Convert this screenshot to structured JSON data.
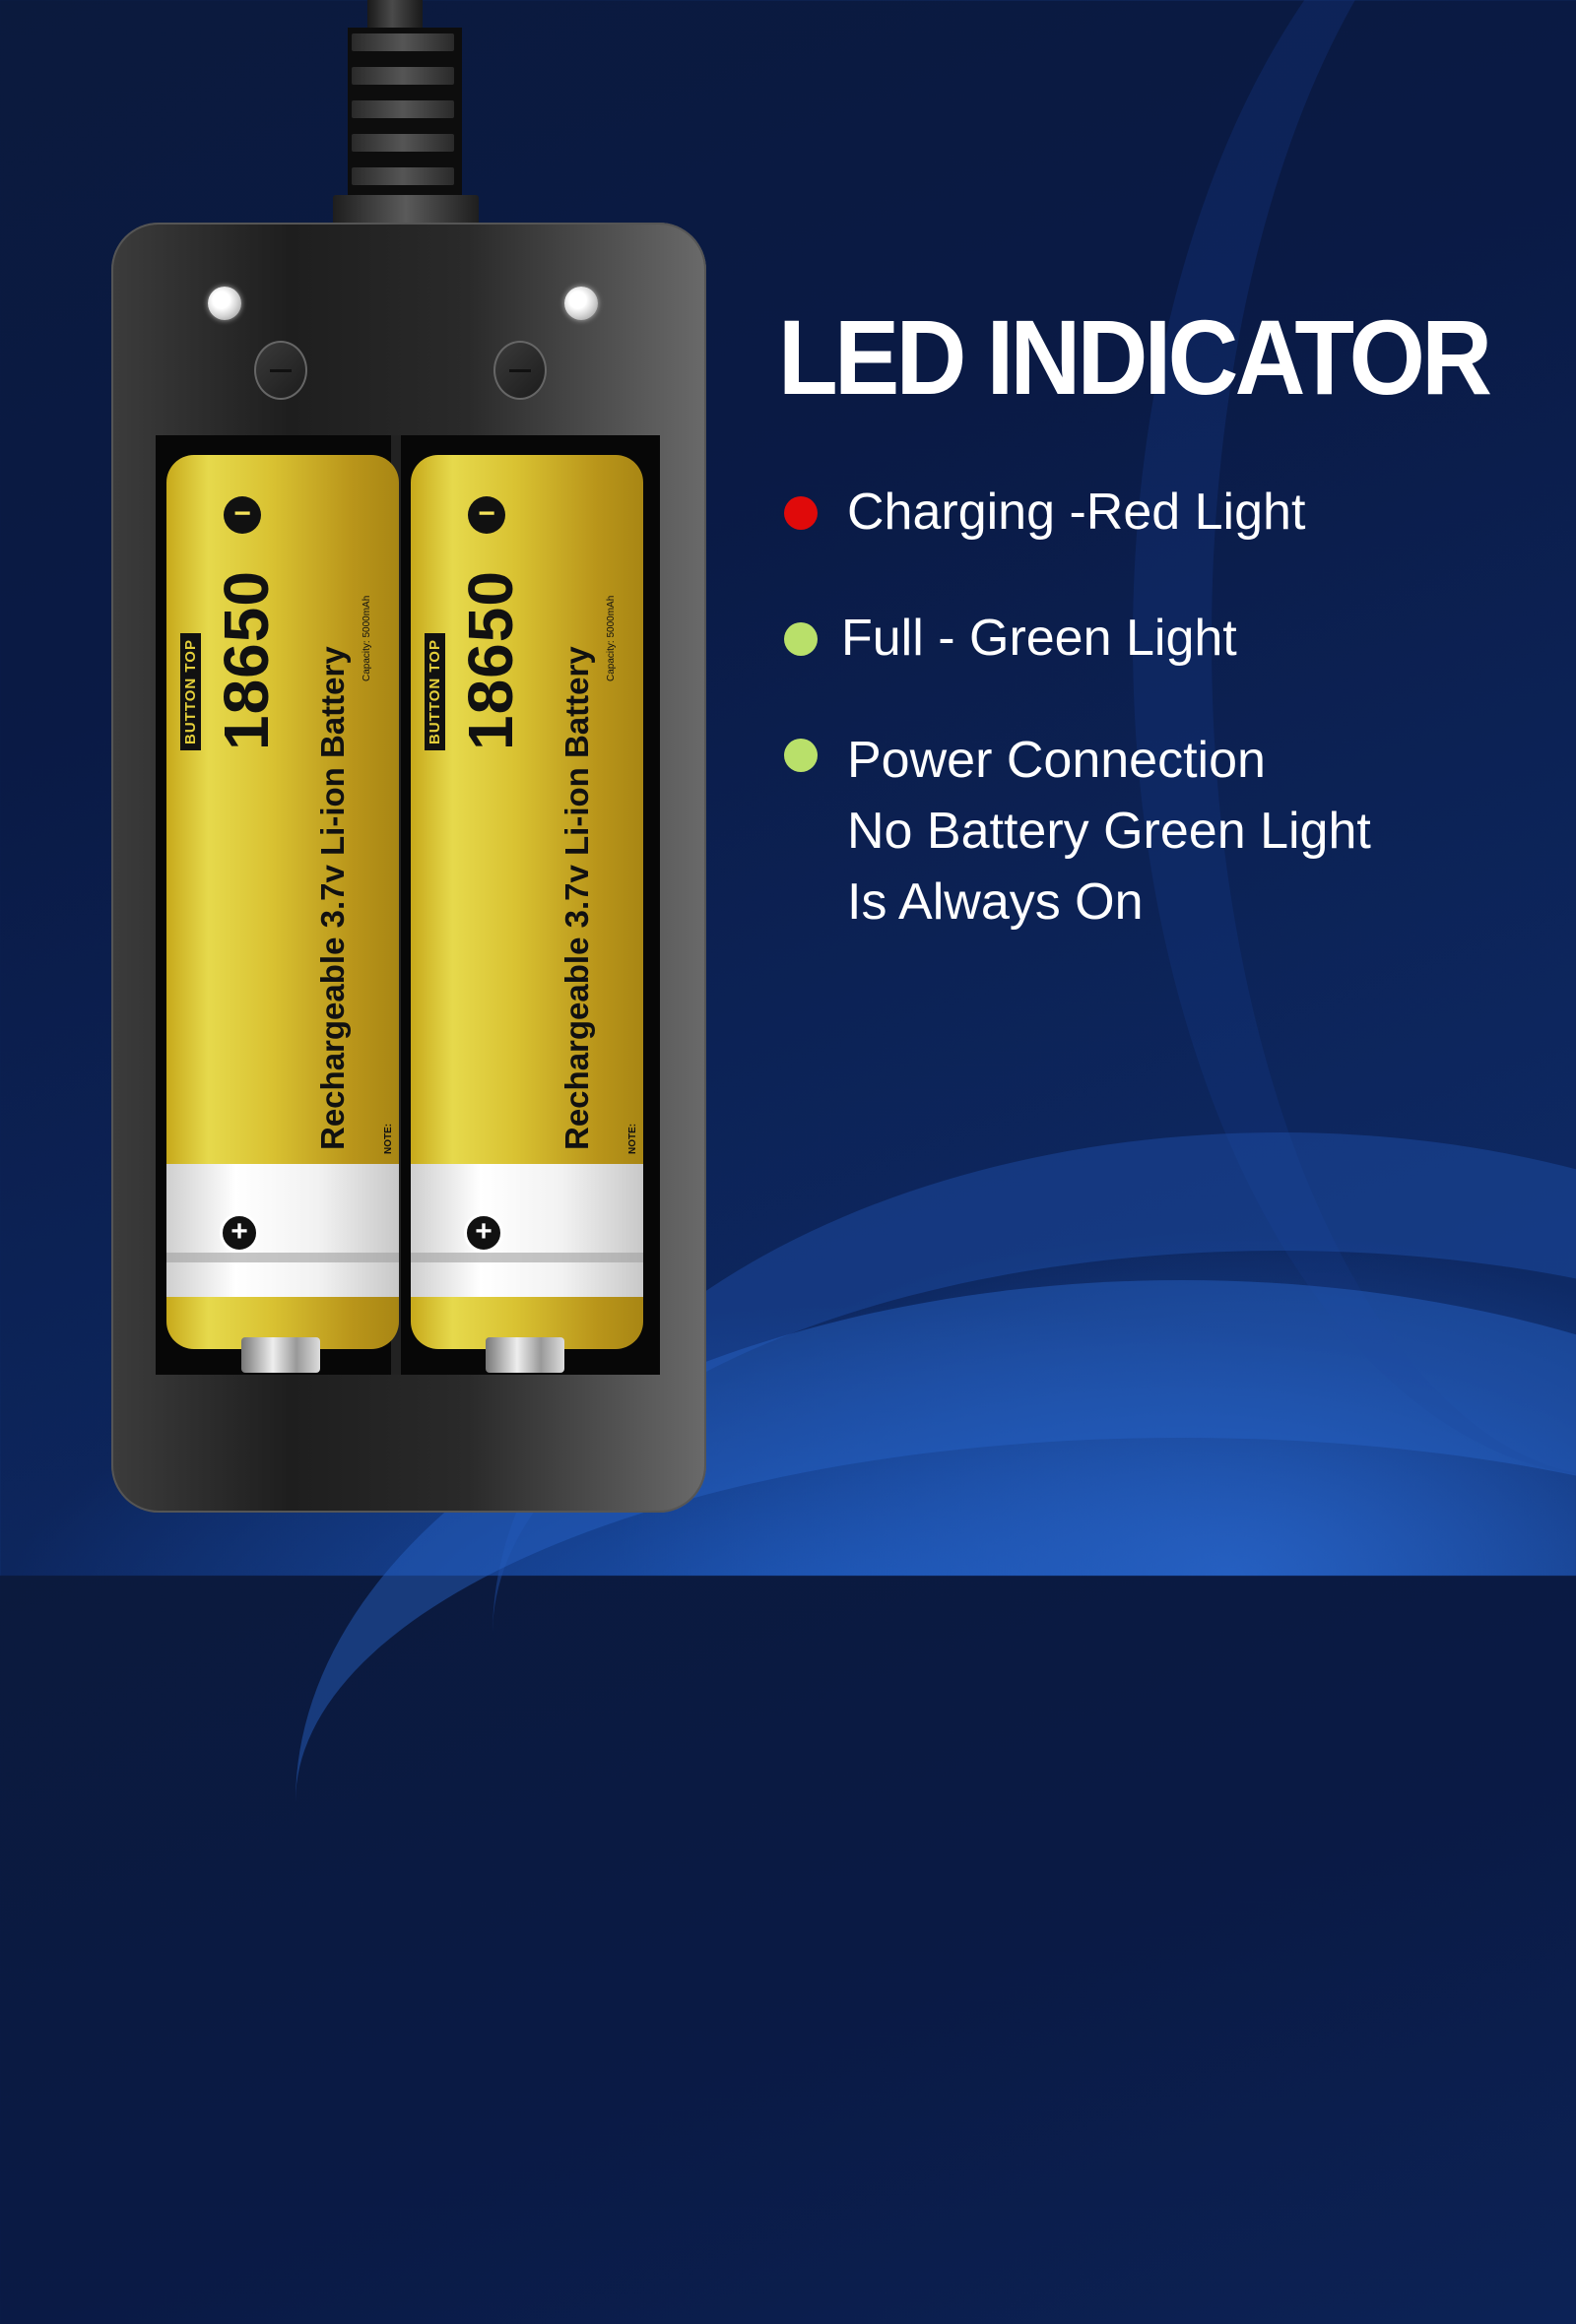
{
  "title": "LED INDICATOR",
  "indicators": [
    {
      "color_name": "red",
      "color": "#e00a0a",
      "label": "Charging -Red Light"
    },
    {
      "color_name": "green",
      "color": "#b9e06a",
      "label": "Full - Green Light"
    },
    {
      "color_name": "green",
      "color": "#b9e06a",
      "lines": [
        "Power Connection",
        "No Battery Green Light",
        "Is Always On"
      ]
    }
  ],
  "charger": {
    "slots": 2,
    "batteries": [
      {
        "badge": "BUTTON TOP",
        "model": "18650",
        "description": "Rechargeable 3.7v Li-ion Battery",
        "capacity": "Capacity: 5000mAh",
        "note": "NOTE:",
        "negative_symbol": "−",
        "positive_symbol": "+"
      },
      {
        "badge": "BUTTON TOP",
        "model": "18650",
        "description": "Rechargeable 3.7v Li-ion Battery",
        "capacity": "Capacity: 5000mAh",
        "note": "NOTE:",
        "negative_symbol": "−",
        "positive_symbol": "+"
      }
    ]
  },
  "colors": {
    "background": "#0b1a3d",
    "battery_yellow": "#d9c232",
    "charger_body": "#2a2a2a"
  }
}
